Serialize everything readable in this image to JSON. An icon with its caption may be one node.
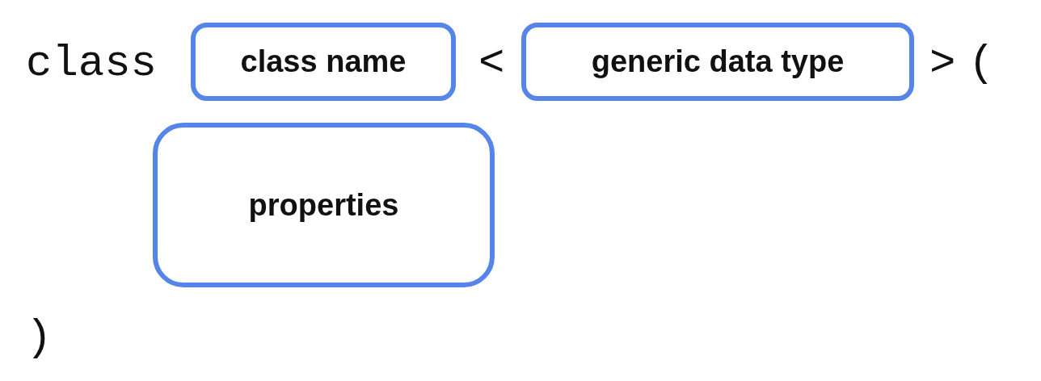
{
  "diagram": {
    "nodes": [
      {
        "text": [
          "class name"
        ]
      },
      {
        "text": [
          "generic data type"
        ]
      },
      {
        "text": [
          "properties"
        ]
      }
    ],
    "labels": [
      "class",
      "<",
      ">",
      "(",
      ")"
    ]
  }
}
